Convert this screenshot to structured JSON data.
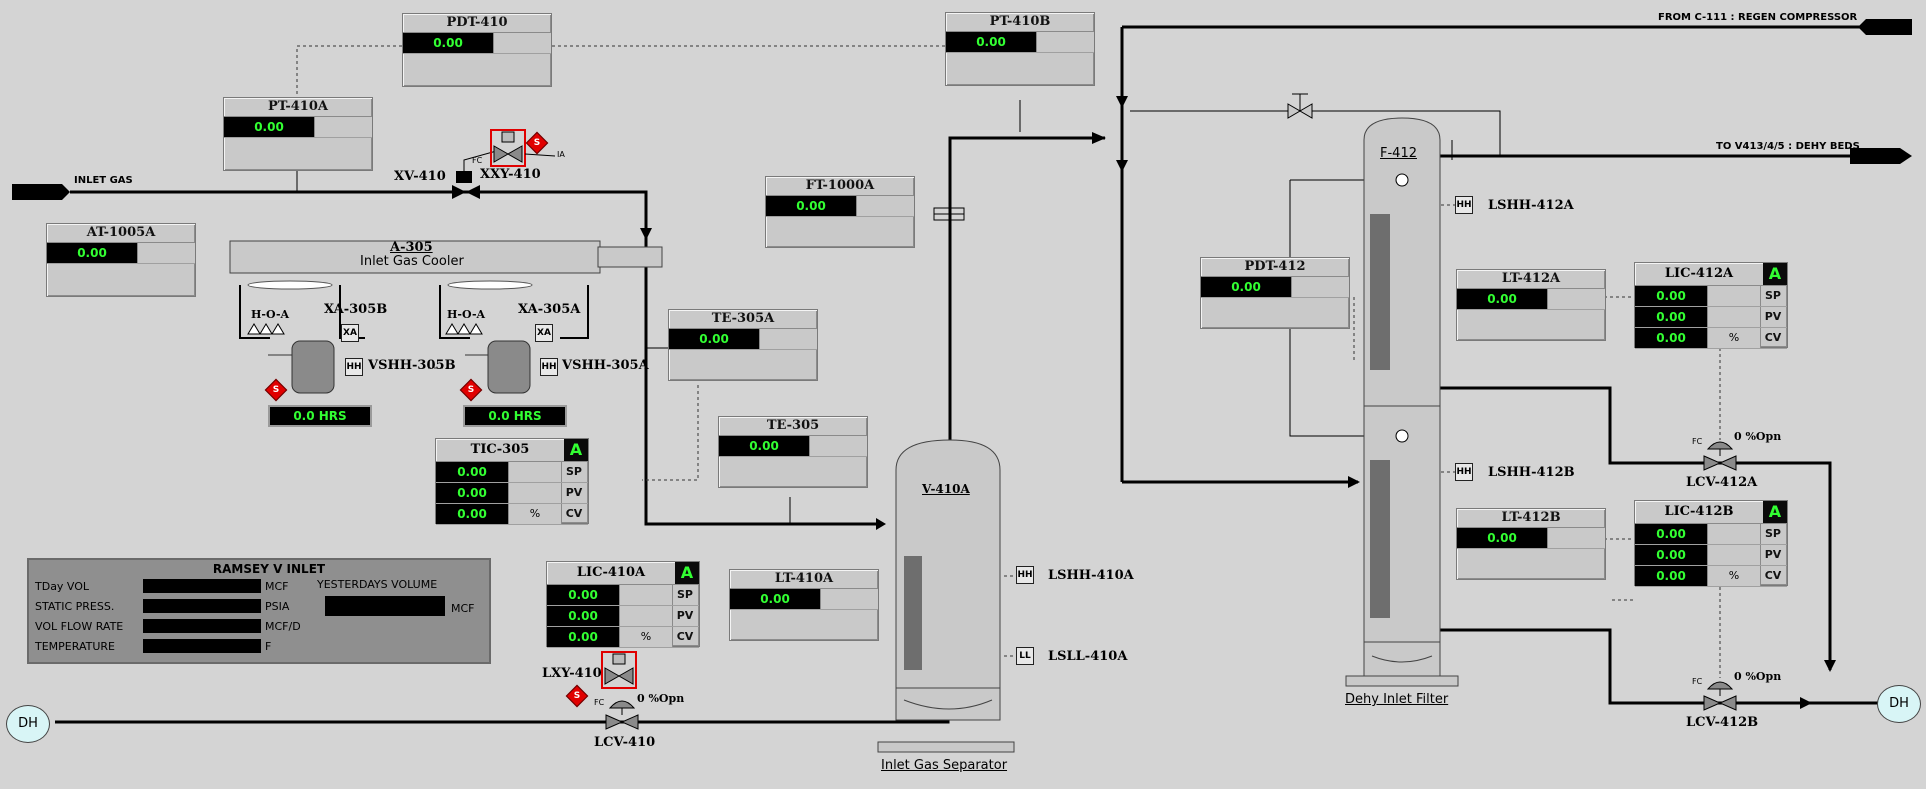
{
  "streams": {
    "inlet_gas": "INLET GAS",
    "from_c111": "FROM C-111 : REGEN COMPRESSOR",
    "to_v413": "TO V413/4/5 : DEHY BEDS"
  },
  "equipment": {
    "a305_tag": "A-305",
    "a305_name": "Inlet Gas Cooler",
    "v410a_tag": "V-410A",
    "v410a_name": "Inlet Gas Separator",
    "f412_tag": "F-412",
    "f412_name": "Dehy Inlet Filter"
  },
  "transmitters": {
    "pdt410": {
      "tag": "PDT-410",
      "value": "0.00"
    },
    "pt410a": {
      "tag": "PT-410A",
      "value": "0.00"
    },
    "pt410b": {
      "tag": "PT-410B",
      "value": "0.00"
    },
    "at1005a": {
      "tag": "AT-1005A",
      "value": "0.00"
    },
    "ft1000a": {
      "tag": "FT-1000A",
      "value": "0.00"
    },
    "te305a": {
      "tag": "TE-305A",
      "value": "0.00"
    },
    "te305": {
      "tag": "TE-305",
      "value": "0.00"
    },
    "lt410a": {
      "tag": "LT-410A",
      "value": "0.00"
    },
    "pdt412": {
      "tag": "PDT-412",
      "value": "0.00"
    },
    "lt412a": {
      "tag": "LT-412A",
      "value": "0.00"
    },
    "lt412b": {
      "tag": "LT-412B",
      "value": "0.00"
    }
  },
  "controllers": {
    "tic305": {
      "tag": "TIC-305",
      "mode": "A",
      "sp": "0.00",
      "pv": "0.00",
      "cv": "0.00",
      "sp_label": "SP",
      "pv_label": "PV",
      "cv_label": "CV",
      "unit": "%"
    },
    "lic410a": {
      "tag": "LIC-410A",
      "mode": "A",
      "sp": "0.00",
      "pv": "0.00",
      "cv": "0.00",
      "sp_label": "SP",
      "pv_label": "PV",
      "cv_label": "CV",
      "unit": "%"
    },
    "lic412a": {
      "tag": "LIC-412A",
      "mode": "A",
      "sp": "0.00",
      "pv": "0.00",
      "cv": "0.00",
      "sp_label": "SP",
      "pv_label": "PV",
      "cv_label": "CV",
      "unit": "%"
    },
    "lic412b": {
      "tag": "LIC-412B",
      "mode": "A",
      "sp": "0.00",
      "pv": "0.00",
      "cv": "0.00",
      "sp_label": "SP",
      "pv_label": "PV",
      "cv_label": "CV",
      "unit": "%"
    }
  },
  "valves": {
    "xv410": "XV-410",
    "xxy410": "XXY-410",
    "fc": "FC",
    "ia": "IA",
    "lxy410": "LXY-410",
    "lcv410": "LCV-410",
    "lcv410_opn": "0 %Opn",
    "lcv412a": "LCV-412A",
    "lcv412a_opn": "0 %Opn",
    "lcv412b": "LCV-412B",
    "lcv412b_opn": "0 %Opn",
    "s_marker": "S"
  },
  "fans": {
    "hoa": "H-O-A",
    "xa305b": "XA-305B",
    "xa305a": "XA-305A",
    "xa_badge": "XA",
    "hh_badge": "HH",
    "ll_badge": "LL",
    "vshh305b": "VSHH-305B",
    "vshh305a": "VSHH-305A",
    "hrs_b": "0.0 HRS",
    "hrs_a": "0.0 HRS"
  },
  "switches": {
    "lshh410a": "LSHH-410A",
    "lsll410a": "LSLL-410A",
    "lshh412a": "LSHH-412A",
    "lshh412b": "LSHH-412B"
  },
  "ramsey": {
    "title": "RAMSEY V INLET",
    "tday_vol": "TDay VOL",
    "tday_unit": "MCF",
    "static_press": "STATIC PRESS.",
    "static_unit": "PSIA",
    "vol_flow_rate": "VOL FLOW RATE",
    "flow_unit": "MCF/D",
    "temperature": "TEMPERATURE",
    "temp_unit": "F",
    "yesterdays_volume": "YESTERDAYS VOLUME",
    "yest_unit": "MCF"
  },
  "connectors": {
    "dh_left": "DH",
    "dh_right": "DH"
  },
  "colors": {
    "background": "#d4d4d4",
    "value_text": "#32ff32",
    "alarm_diamond": "#e00000",
    "panel": "#c9c9c9"
  }
}
